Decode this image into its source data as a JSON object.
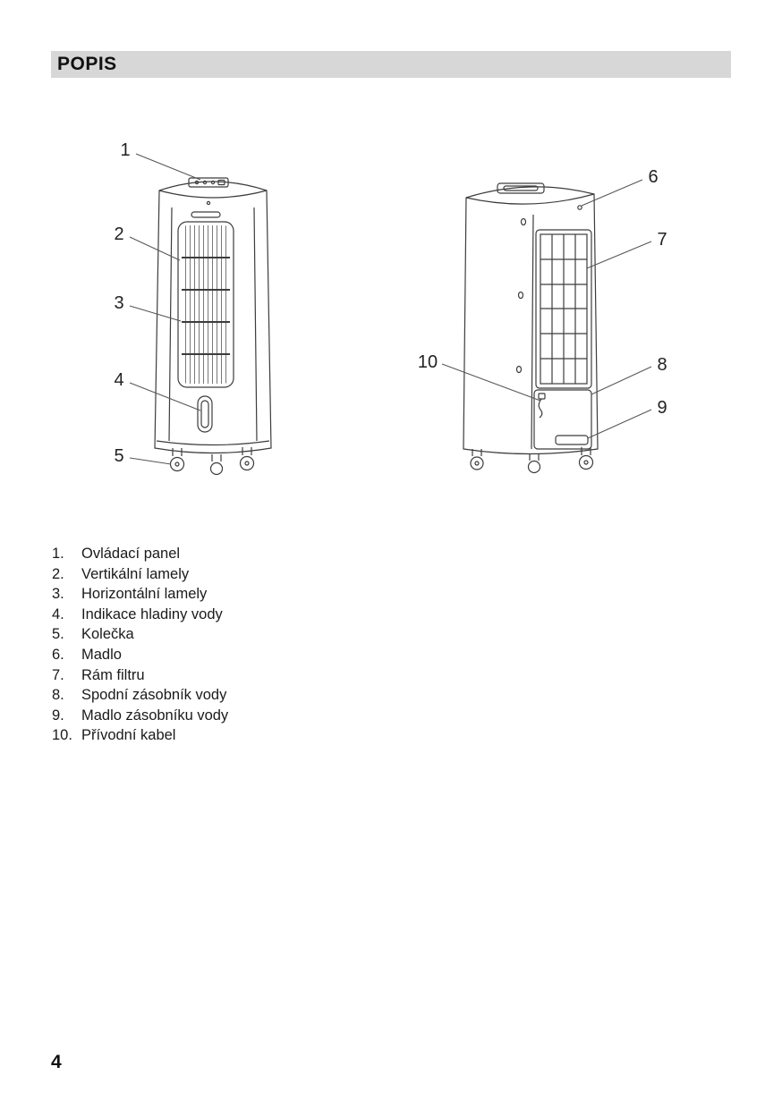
{
  "page": {
    "section_title": "POPIS",
    "page_number": "4"
  },
  "figure": {
    "callouts": {
      "front": [
        "1",
        "2",
        "3",
        "4",
        "5"
      ],
      "rear": [
        "6",
        "7",
        "8",
        "9",
        "10"
      ]
    }
  },
  "parts_list": [
    {
      "num": "1.",
      "label": "Ovládací panel"
    },
    {
      "num": "2.",
      "label": "Vertikální lamely"
    },
    {
      "num": "3.",
      "label": "Horizontální lamely"
    },
    {
      "num": "4.",
      "label": "Indikace hladiny vody"
    },
    {
      "num": "5.",
      "label": "Kolečka"
    },
    {
      "num": "6.",
      "label": "Madlo"
    },
    {
      "num": "7.",
      "label": "Rám filtru"
    },
    {
      "num": "8.",
      "label": "Spodní zásobník vody"
    },
    {
      "num": "9.",
      "label": "Madlo zásobníku vody"
    },
    {
      "num": "10.",
      "label": "Přívodní kabel"
    }
  ],
  "colors": {
    "header_bar": "#d7d7d7",
    "line_art": "#3c3c3c",
    "text": "#1a1a1a"
  }
}
